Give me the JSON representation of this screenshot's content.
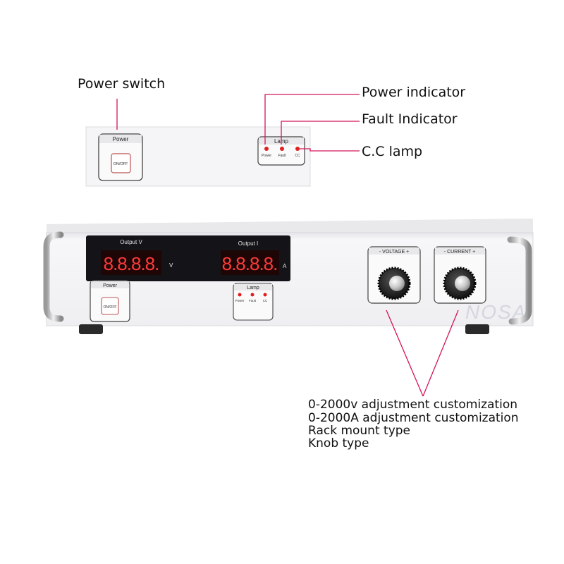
{
  "callouts": {
    "power_switch": "Power switch",
    "power_indicator": "Power indicator",
    "fault_indicator": "Fault Indicator",
    "cc_lamp": "C.C lamp"
  },
  "specs": [
    "0-2000v adjustment customization",
    "0-2000A adjustment customization",
    "Rack mount type",
    "Knob type"
  ],
  "panel": {
    "power_title": "Power",
    "switch_label": "ON/OFF",
    "lamp_title": "Lamp",
    "lamp_labels": [
      "Power",
      "Fault",
      "CC"
    ],
    "output_v_label": "Output V",
    "output_i_label": "Output I",
    "v_display": "8.8.8.8.",
    "i_display": "8.8.8.8.",
    "v_unit": "V",
    "a_unit": "A",
    "voltage_knob_label": "- VOLTAGE +",
    "current_knob_label": "- CURRENT +"
  },
  "watermark": "NOSA",
  "colors": {
    "leader_line": "#d4145a",
    "led_red": "#e02020",
    "display_bg": "#141418",
    "display_digit": "#ff3b3b",
    "chassis": "#f4f4f6"
  }
}
